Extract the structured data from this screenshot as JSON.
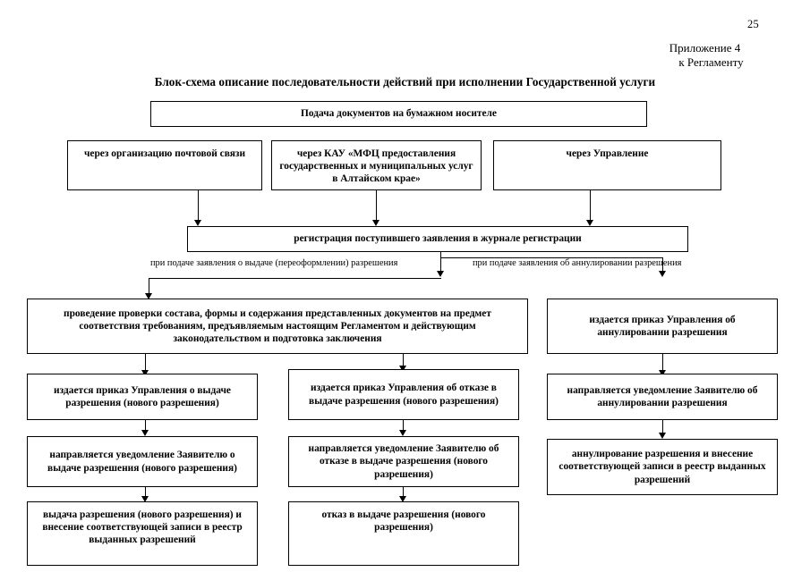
{
  "page": {
    "number": "25",
    "appendix_line1": "Приложение 4",
    "appendix_line2": "к Регламенту",
    "title": "Блок-схема описание последовательности действий при исполнении Государственной услуги"
  },
  "flowchart": {
    "type": "flowchart",
    "header_box": {
      "label": "Подача документов на бумажном носителе"
    },
    "channels": [
      {
        "label": "через организацию почтовой связи"
      },
      {
        "label": "через КАУ «МФЦ предоставления государственных и муниципальных услуг в Алтайском крае»"
      },
      {
        "label": "через Управление"
      }
    ],
    "registration_box": {
      "label": "регистрация поступившего заявления в журнале регистрации"
    },
    "branch_labels": {
      "left": "при подаче заявления о выдаче (переоформлении) разрешения",
      "right": "при подаче заявления об аннулировании разрешения"
    },
    "check_box": {
      "label": "проведение проверки состава, формы и содержания представленных документов на предмет соответствия требованиям, предъявляемым настоящим Регламентом и действующим законодательством и подготовка заключения"
    },
    "issue_branch": [
      {
        "label": "издается приказ Управления о выдаче разрешения (нового разрешения)"
      },
      {
        "label": "направляется уведомление Заявителю о выдаче разрешения (нового разрешения)"
      },
      {
        "label": "выдача разрешения (нового разрешения) и внесение соответствующей записи в реестр выданных разрешений"
      }
    ],
    "refusal_branch": [
      {
        "label": "издается приказ Управления об отказе в выдаче разрешения (нового разрешения)"
      },
      {
        "label": "направляется уведомление Заявителю об отказе в выдаче разрешения (нового разрешения)"
      },
      {
        "label": "отказ в выдаче разрешения (нового разрешения)"
      }
    ],
    "annulment_branch": [
      {
        "label": "издается приказ Управления об аннулировании разрешения"
      },
      {
        "label": "направляется уведомление Заявителю об аннулировании разрешения"
      },
      {
        "label": "аннулирование разрешения и внесение соответствующей записи в реестр выданных разрешений"
      }
    ]
  },
  "colors": {
    "ink": "#000000",
    "paper": "#ffffff"
  }
}
